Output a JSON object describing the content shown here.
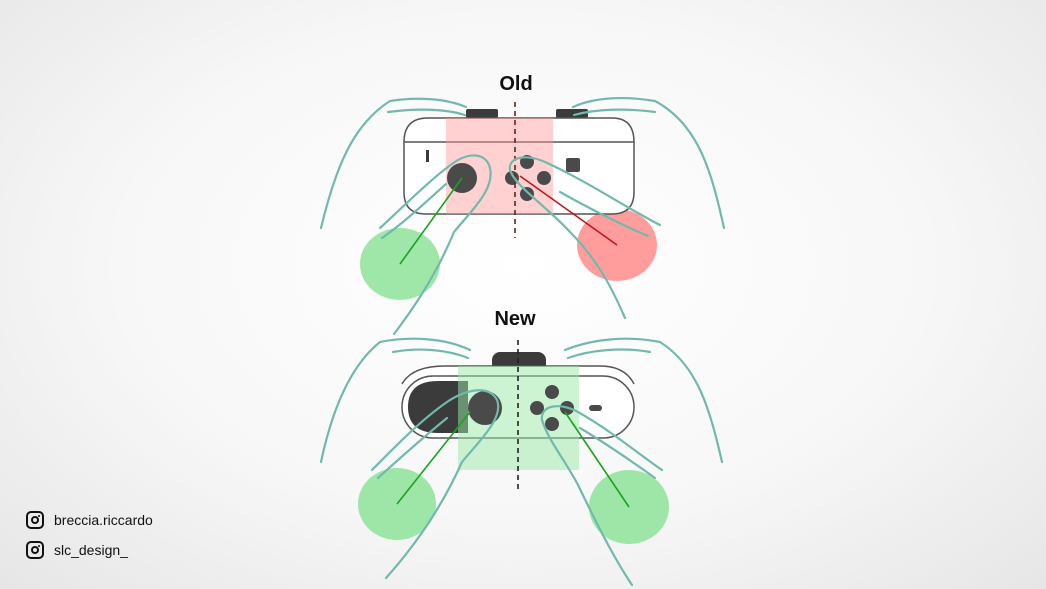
{
  "headings": {
    "old": "Old",
    "new": "New"
  },
  "social": [
    {
      "icon": "instagram-icon",
      "handle": "breccia.riccardo"
    },
    {
      "icon": "instagram-icon",
      "handle": "slc_design_"
    }
  ],
  "colors": {
    "hand_outline": "#72b9ad",
    "good_zone": "#8ee39a",
    "bad_zone": "#ff8c8c",
    "good_line": "#1aa320",
    "bad_line": "#c01818",
    "controller_outline": "#555555",
    "controller_dark": "#3b3b3b"
  }
}
